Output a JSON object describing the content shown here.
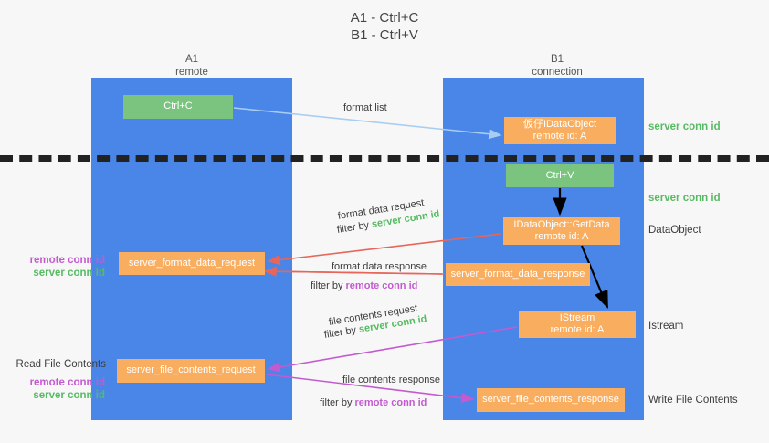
{
  "title": "A1 - Ctrl+C\nB1 - Ctrl+V",
  "columns": {
    "left": {
      "name": "A1",
      "role": "remote",
      "header": "A1\nremote"
    },
    "right": {
      "name": "B1",
      "role": "connection",
      "header": "B1\nconnection"
    }
  },
  "nodes": {
    "ctrl_c": {
      "label": "Ctrl+C",
      "color": "#7bc47f"
    },
    "idataobject": {
      "label": "仮仔IDataObject\nremote id: A",
      "color": "#f9ad5f"
    },
    "ctrl_v": {
      "label": "Ctrl+V",
      "color": "#7bc47f"
    },
    "getdata": {
      "label": "IDataObject::GetData\nremote id: A",
      "color": "#f9ad5f"
    },
    "format_data_request": {
      "label": "server_format_data_request",
      "color": "#f9ad5f"
    },
    "format_data_response": {
      "label": "server_format_data_response",
      "color": "#f9ad5f"
    },
    "istream": {
      "label": "IStream\nremote id: A",
      "color": "#f9ad5f"
    },
    "file_contents_request": {
      "label": "server_file_contents_request",
      "color": "#f9ad5f"
    },
    "file_contents_response": {
      "label": "server_file_contents_response",
      "color": "#f9ad5f"
    }
  },
  "edges": {
    "format_list": "format list",
    "format_data_request": "format data request",
    "format_data_request_filter_prefix": "filter by ",
    "format_data_request_filter_value": "server conn id",
    "format_data_response": "format data response",
    "format_data_response_filter_prefix": "filter by ",
    "format_data_response_filter_value": "remote conn id",
    "file_contents_request": "file contents request",
    "file_contents_request_filter_prefix": "filter by ",
    "file_contents_request_filter_value": "server conn id",
    "file_contents_response": "file contents response",
    "file_contents_response_filter_prefix": "filter by ",
    "file_contents_response_filter_value": "remote conn id"
  },
  "side_labels": {
    "server_conn_id_top": "server conn id",
    "server_conn_id_mid": "server conn id",
    "dataobject": "DataObject",
    "istream": "Istream",
    "write_file_contents": "Write File Contents",
    "read_file_contents": "Read File Contents",
    "remote_conn_id_upper": "remote conn id",
    "server_conn_id_upper": "server conn id",
    "remote_conn_id_lower": "remote conn id",
    "server_conn_id_lower": "server conn id"
  },
  "colors": {
    "lane": "#4a86e8",
    "orange": "#f9ad5f",
    "green_box": "#7bc47f",
    "green_text": "#57bb63",
    "magenta_text": "#c45ad0",
    "arrow_blue": "#a8cdf0",
    "arrow_red": "#e8655a",
    "arrow_magenta": "#c45ad0",
    "arrow_black": "#000000",
    "background": "#f7f7f7"
  }
}
